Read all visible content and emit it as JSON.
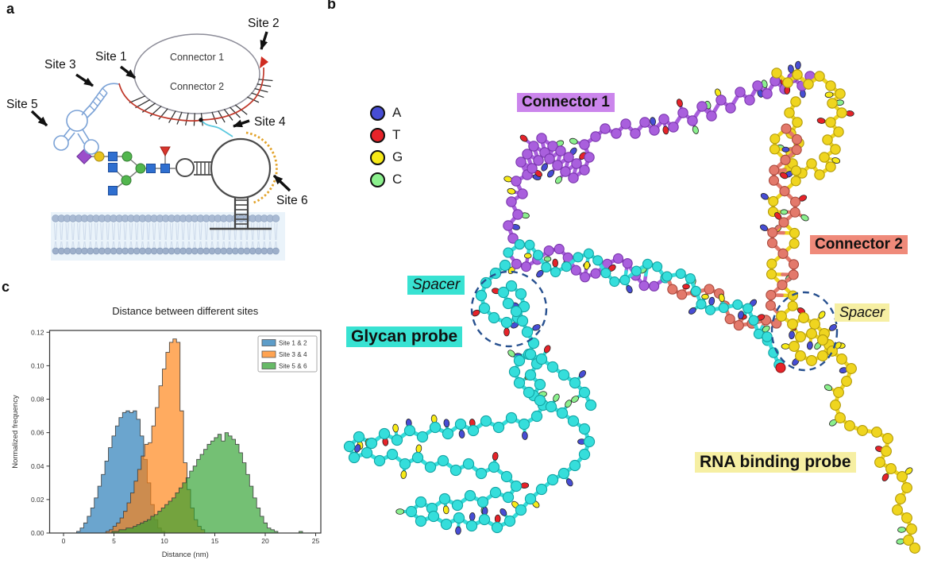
{
  "figure": {
    "panel_letters": {
      "a": "a",
      "b": "b",
      "c": "c"
    }
  },
  "panel_a": {
    "connector1": "Connector 1",
    "connector2": "Connector 2",
    "sites": {
      "s1": "Site 1",
      "s2": "Site 2",
      "s3": "Site 3",
      "s4": "Site 4",
      "s5": "Site 5",
      "s6": "Site 6"
    }
  },
  "panel_b": {
    "labels": {
      "connector1": {
        "text": "Connector 1",
        "bg": "#cb85ec"
      },
      "connector2": {
        "text": "Connector 2",
        "bg": "#ef8a7a"
      },
      "spacer_left": {
        "text": "Spacer",
        "bg": "#38e2d2"
      },
      "glycan_probe": {
        "text": "Glycan probe",
        "bg": "#38e2d2"
      },
      "spacer_right": {
        "text": "Spacer",
        "bg": "#f6efa3"
      },
      "rna_probe": {
        "text": "RNA binding probe",
        "bg": "#f6efa3"
      }
    },
    "legend": [
      {
        "label": "A",
        "color": "#474dd4"
      },
      {
        "label": "T",
        "color": "#e62329"
      },
      {
        "label": "G",
        "color": "#f7ea18"
      },
      {
        "label": "C",
        "color": "#8bf08d"
      }
    ],
    "strands": {
      "connector1": {
        "fill": "#a95fdd",
        "edge": "#7a37ad"
      },
      "connector2": {
        "fill": "#e3796b",
        "edge": "#aa4a3e"
      },
      "glycan_probe": {
        "fill": "#35dedb",
        "edge": "#14a3a3"
      },
      "rna_probe": {
        "fill": "#efd51f",
        "edge": "#b29a0c"
      }
    },
    "spacer_circle_color": "#27508f"
  },
  "chart_data": {
    "type": "histogram",
    "title": "Distance between different sites",
    "xlabel": "Distance (nm)",
    "ylabel": "Normalized frequency",
    "xticks": [
      0,
      5,
      10,
      15,
      20,
      25
    ],
    "yticks": [
      0,
      0.02,
      0.04,
      0.06,
      0.08,
      0.1,
      0.12
    ],
    "xlim": [
      -1.35,
      25.55
    ],
    "ylim": [
      0,
      0.121
    ],
    "grid": false,
    "legend_position": "upper right",
    "series": [
      {
        "name": "Site 1 & 2",
        "color": "#1f77b4",
        "bin_start": 1.3,
        "bin_width": 0.35,
        "values": [
          0.001,
          0.003,
          0.006,
          0.01,
          0.015,
          0.021,
          0.028,
          0.035,
          0.043,
          0.051,
          0.058,
          0.064,
          0.069,
          0.072,
          0.073,
          0.072,
          0.073,
          0.068,
          0.058,
          0.044,
          0.03,
          0.017,
          0.008,
          0.003,
          0.001
        ]
      },
      {
        "name": "Site 3 & 4",
        "color": "#ff7f0e",
        "bin_start": 4.2,
        "bin_width": 0.35,
        "values": [
          0.001,
          0.002,
          0.004,
          0.006,
          0.009,
          0.013,
          0.018,
          0.024,
          0.031,
          0.038,
          0.046,
          0.053,
          0.054,
          0.064,
          0.075,
          0.088,
          0.098,
          0.108,
          0.114,
          0.116,
          0.114,
          0.073,
          0.042,
          0.026,
          0.015,
          0.008,
          0.004,
          0.002
        ]
      },
      {
        "name": "Site 5 & 6",
        "color": "#2ca02c",
        "bin_start": 4.8,
        "bin_width": 0.35,
        "values": [
          0.001,
          0.001,
          0.002,
          0.002,
          0.003,
          0.003,
          0.004,
          0.005,
          0.006,
          0.007,
          0.008,
          0.01,
          0.011,
          0.013,
          0.015,
          0.017,
          0.019,
          0.021,
          0.024,
          0.027,
          0.03,
          0.033,
          0.037,
          0.04,
          0.044,
          0.047,
          0.05,
          0.053,
          0.055,
          0.057,
          0.059,
          0.055,
          0.06,
          0.058,
          0.056,
          0.053,
          0.048,
          0.042,
          0.035,
          0.028,
          0.021,
          0.015,
          0.01,
          0.006,
          0.003,
          0.002,
          0.001,
          0,
          0,
          0,
          0,
          0,
          0,
          0.001
        ]
      }
    ]
  }
}
